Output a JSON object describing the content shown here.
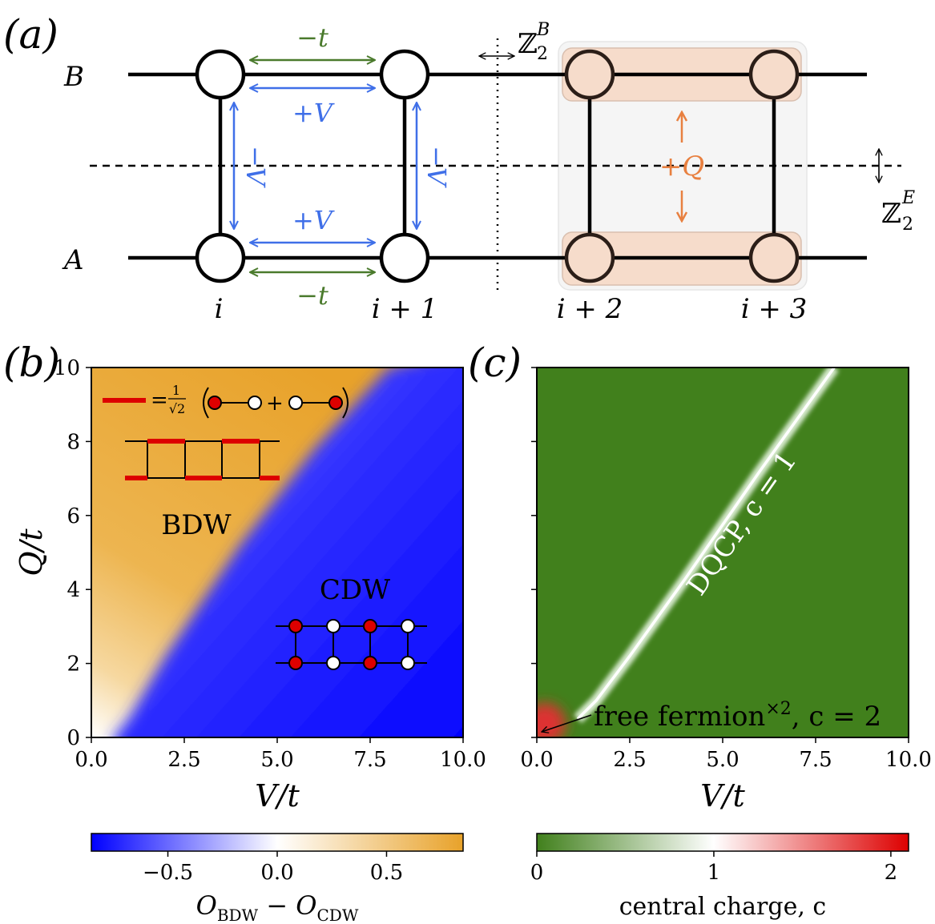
{
  "panel_a": {
    "panel_label": "(a)",
    "leg_B": "B",
    "leg_A": "A",
    "hop_top": "−t",
    "hop_bottom": "−t",
    "int_top": "+V",
    "int_bottom": "+V",
    "int_left": "−V",
    "int_right": "−V",
    "plaquette": "+Q",
    "z2_b_label": "ℤ",
    "z2_b_sup": "B",
    "z2_b_sub": "2",
    "z2_e_label": "ℤ",
    "z2_e_sup": "E",
    "z2_e_sub": "2",
    "site_labels": [
      "i",
      "i + 1",
      "i + 2",
      "i + 3"
    ]
  },
  "panel_b": {
    "panel_label": "(b)",
    "bdw_label": "BDW",
    "cdw_label": "CDW",
    "bond_eq_prefix": "=",
    "bond_eq_num": "1",
    "bond_eq_den": "√2",
    "bond_eq_plus": "+"
  },
  "panel_c": {
    "panel_label": "(c)",
    "dqcp_label": "DQCP, c = 1",
    "ff_label": "free fermion",
    "ff_sup": "×2",
    "ff_rest": ", c = 2"
  },
  "colorbar_b": {
    "label": "O",
    "label_sub1": "BDW",
    "label_mid": " − O",
    "label_sub2": "CDW",
    "ticks": [
      "−0.5",
      "0.0",
      "0.5"
    ]
  },
  "colorbar_c": {
    "label": "central charge, c",
    "ticks": [
      "0",
      "1",
      "2"
    ]
  },
  "colors": {
    "orange": "#E8A22A",
    "blue": "#0000FF",
    "green": "#41801C",
    "red": "#DD0000",
    "hop_green": "#4A7A2C",
    "int_blue": "#3F6FE8",
    "q_orange": "#E88040",
    "plaq_fill": "#F6DCCB"
  },
  "chart_data": [
    {
      "type": "heatmap",
      "title": "",
      "xlabel": "V/t",
      "ylabel": "Q/t",
      "xlim": [
        0,
        10
      ],
      "ylim": [
        0,
        10
      ],
      "x_ticks": [
        "0.0",
        "2.5",
        "5.0",
        "7.5",
        "10.0"
      ],
      "y_ticks": [
        "0",
        "2",
        "4",
        "6",
        "8",
        "10"
      ],
      "boundary": {
        "x": [
          0.6,
          1.0,
          2.0,
          4.0,
          6.0,
          8.0
        ],
        "y": [
          0.0,
          0.5,
          2.2,
          5.2,
          7.8,
          10.0
        ]
      },
      "colorbar_range": [
        -0.85,
        0.85
      ]
    },
    {
      "type": "heatmap",
      "title": "",
      "xlabel": "V/t",
      "ylabel": "",
      "xlim": [
        0,
        10
      ],
      "ylim": [
        0,
        10
      ],
      "x_ticks": [
        "0.0",
        "2.5",
        "5.0",
        "7.5",
        "10.0"
      ],
      "y_ticks": [
        "0",
        "2",
        "4",
        "6",
        "8",
        "10"
      ],
      "boundary": {
        "x": [
          1.1,
          1.6,
          2.5,
          4.0,
          6.0,
          8.0
        ],
        "y": [
          0.5,
          1.0,
          2.2,
          4.3,
          7.2,
          10.0
        ]
      },
      "colorbar_range": [
        0,
        2.1
      ]
    }
  ]
}
